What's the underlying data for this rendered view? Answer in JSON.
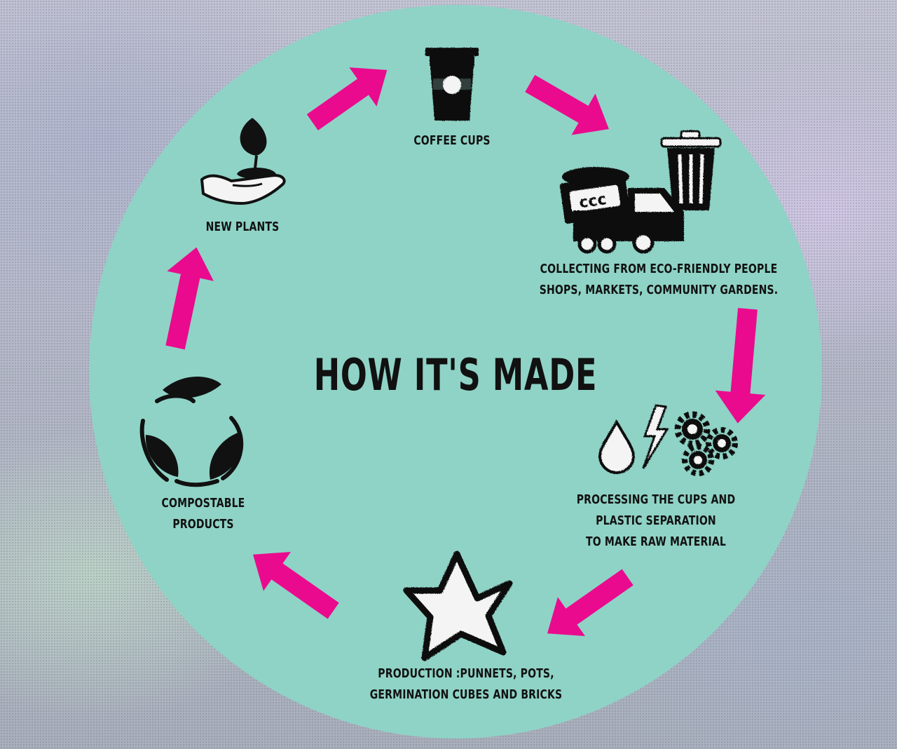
{
  "diagram": {
    "title": "HOW IT'S MADE",
    "colors": {
      "circle": "#8fd3c6",
      "arrow": "#ea0a8e",
      "ink": "#111111"
    },
    "steps": [
      {
        "id": "coffee-cups",
        "icon": "coffee-cup-icon",
        "lines": [
          "COFFEE CUPS"
        ]
      },
      {
        "id": "collecting",
        "icon": "garbage-truck-icon",
        "lines": [
          "COLLECTING FROM ECO-FRIENDLY PEOPLE",
          "SHOPS, MARKETS, COMMUNITY GARDENS."
        ]
      },
      {
        "id": "processing",
        "icon": "water-energy-gears-icon",
        "lines": [
          "PROCESSING THE CUPS AND",
          "PLASTIC SEPARATION",
          "TO MAKE RAW MATERIAL"
        ]
      },
      {
        "id": "production",
        "icon": "star-icon",
        "lines": [
          "PRODUCTION :PUNNETS, POTS,",
          "GERMINATION CUBES AND BRICKS"
        ]
      },
      {
        "id": "compostable",
        "icon": "recycle-leaves-icon",
        "lines": [
          "COMPOSTABLE",
          "PRODUCTS"
        ]
      },
      {
        "id": "new-plants",
        "icon": "hand-sprout-icon",
        "lines": [
          "NEW PLANTS"
        ]
      }
    ]
  }
}
